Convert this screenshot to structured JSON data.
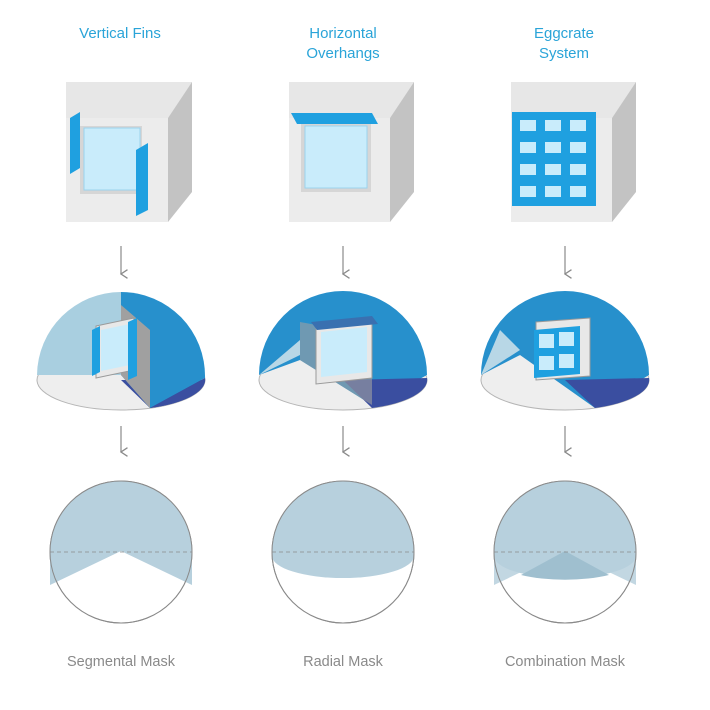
{
  "columns": [
    {
      "title_lines": [
        "Vertical Fins"
      ],
      "caption": "Segmental Mask"
    },
    {
      "title_lines": [
        "Horizontal",
        "Overhangs"
      ],
      "caption": "Radial Mask"
    },
    {
      "title_lines": [
        "Eggcrate",
        "System"
      ],
      "caption": "Combination Mask"
    }
  ],
  "colors": {
    "title_text": "#2aa4d8",
    "caption_text": "#8a8a8a",
    "device_blue": "#1fa0e0",
    "glass": "#c9ecfb",
    "wall_light": "#e4e4e4",
    "wall_side": "#c2c2c2",
    "dome_blue": "#2790cc",
    "dome_dark": "#3a4ea0",
    "dome_light": "#b8d7e6",
    "mask_fill": "#b7d0dd",
    "mask_overlap": "#9fbfcf",
    "arrow": "#8a8a8a"
  }
}
